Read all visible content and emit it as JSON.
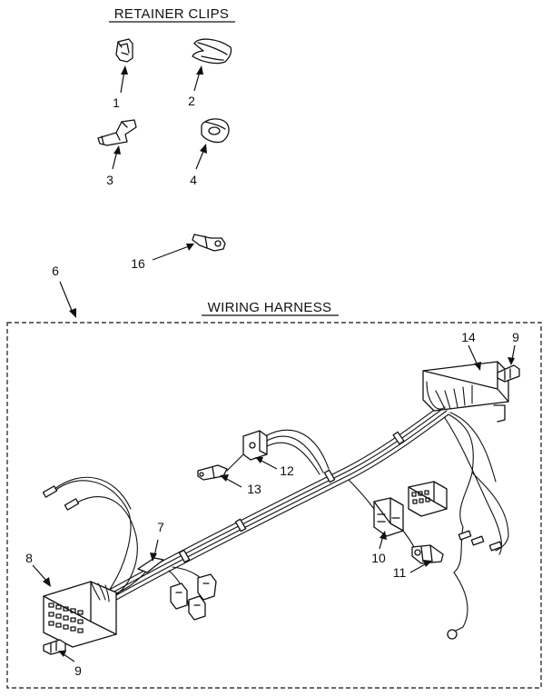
{
  "section_titles": {
    "retainer_clips": "RETAINER CLIPS",
    "wiring_harness": "WIRING HARNESS"
  },
  "callouts": {
    "c1": "1",
    "c2": "2",
    "c3": "3",
    "c4": "4",
    "c16": "16",
    "c6": "6",
    "c14": "14",
    "c9_top": "9",
    "c12": "12",
    "c13": "13",
    "c7": "7",
    "c8": "8",
    "c9_bottom": "9",
    "c10": "10",
    "c11": "11"
  }
}
